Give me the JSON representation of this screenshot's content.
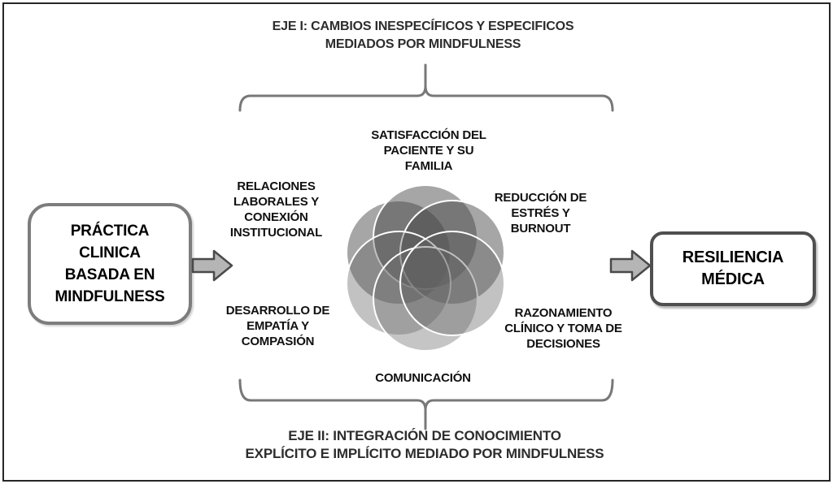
{
  "labels": {
    "eje1": "EJE I: CAMBIOS INESPECÍFICOS Y ESPECIFICOS\nMEDIADOS POR MINDFULNESS",
    "eje2": "EJE II: INTEGRACIÓN DE CONOCIMIENTO\nEXPLÍCITO E IMPLÍCITO MEDIADO POR MINDFULNESS",
    "input_box": "PRÁCTICA\nCLINICA\nBASADA EN\nMINDFULNESS",
    "output_box": "RESILIENCIA\nMÉDICA",
    "satisfaccion": "SATISFACCIÓN DEL\nPACIENTE Y SU\nFAMILIA",
    "relaciones": "RELACIONES\nLABORALES Y\nCONEXIÓN\nINSTITUCIONAL",
    "reduccion": "REDUCCIÓN DE\nESTRÉS Y\nBURNOUT",
    "desarrollo": "DESARROLLO DE\nEMPATÍA Y\nCOMPASIÓN",
    "razonamiento": "RAZONAMIENTO\nCLÍNICO Y TOMA DE\nDECISIONES",
    "comunicacion": "COMUNICACIÓN"
  },
  "colors": {
    "text": "#101010",
    "eje_text": "#2d2d2d",
    "brace": "#787878",
    "frame_border": "#262626",
    "input_box_border": "#7d7d7d",
    "output_box_border": "#4f4f4f",
    "arrow_fill": "#b5b5b5",
    "arrow_border": "#4a4a4a",
    "petal_stroke": "#ffffff"
  },
  "flower": {
    "petals": [
      {
        "name": "upper-left",
        "fill": "rgba(70,70,70,0.48)"
      },
      {
        "name": "top",
        "fill": "rgba(70,70,70,0.48)"
      },
      {
        "name": "upper-right",
        "fill": "rgba(70,70,70,0.48)"
      },
      {
        "name": "lower-left",
        "fill": "rgba(95,95,95,0.38)"
      },
      {
        "name": "bottom",
        "fill": "rgba(110,110,110,0.40)"
      },
      {
        "name": "lower-right",
        "fill": "rgba(95,95,95,0.38)"
      }
    ]
  }
}
